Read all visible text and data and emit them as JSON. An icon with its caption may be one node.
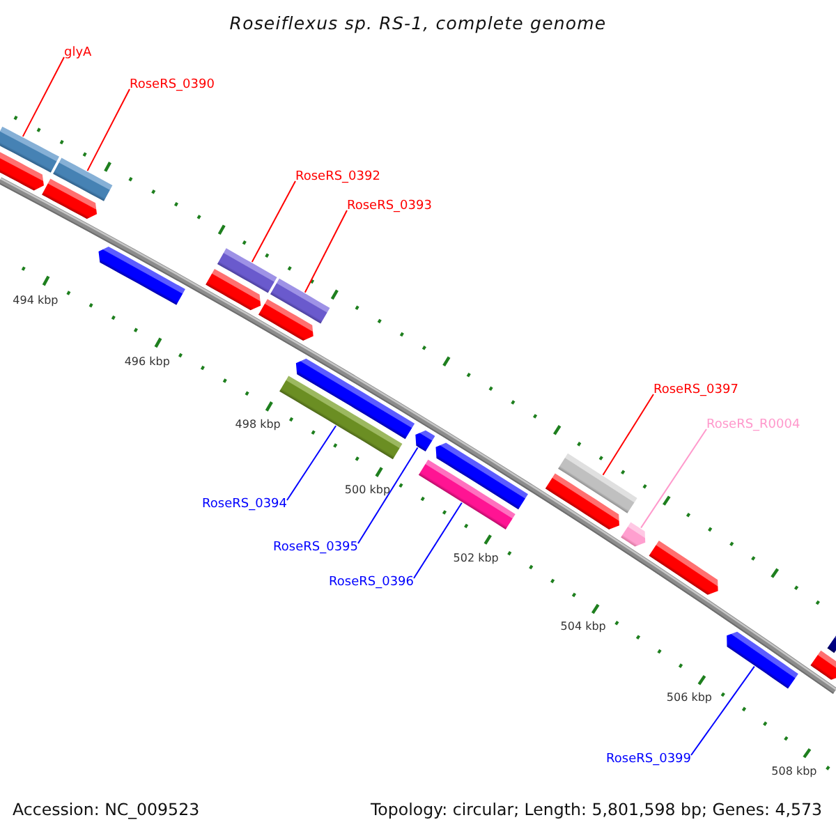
{
  "diagram": {
    "title": "Roseiflexus sp. RS-1, complete genome",
    "nodes": [
      {
        "text": [
          "glyA"
        ]
      },
      {
        "text": [],
        "shape": "bar"
      },
      {
        "text": [],
        "shape": "pentagon"
      },
      {
        "text": [
          "RoseRS_0390"
        ]
      },
      {
        "text": [],
        "shape": "bar"
      },
      {
        "text": [],
        "shape": "pentagon"
      },
      {
        "text": [],
        "shape": "pentagon"
      },
      {
        "text": [
          "RoseRS_0392"
        ]
      },
      {
        "text": [],
        "shape": "bar"
      },
      {
        "text": [],
        "shape": "pentagon"
      },
      {
        "text": [
          "RoseRS_0393"
        ]
      },
      {
        "text": [],
        "shape": "bar"
      },
      {
        "text": [],
        "shape": "pentagon"
      },
      {
        "text": [],
        "shape": "pentagon"
      },
      {
        "text": [],
        "shape": "bar"
      },
      {
        "text": [
          "RoseRS_0394"
        ]
      },
      {
        "text": [],
        "shape": "pentagon"
      },
      {
        "text": [
          "RoseRS_0395"
        ]
      },
      {
        "text": [],
        "shape": "pentagon"
      },
      {
        "text": [],
        "shape": "bar"
      },
      {
        "text": [
          "RoseRS_0396"
        ]
      },
      {
        "text": [
          "RoseRS_0397"
        ]
      },
      {
        "text": [],
        "shape": "bar"
      },
      {
        "text": [],
        "shape": "pentagon"
      },
      {
        "text": [
          "RoseRS_R0004"
        ]
      },
      {
        "text": [],
        "shape": "pentagon"
      },
      {
        "text": [],
        "shape": "pentagon"
      },
      {
        "text": [],
        "shape": "pentagon"
      },
      {
        "text": [
          "RoseRS_0399"
        ]
      },
      {
        "text": [],
        "shape": "pentagon"
      },
      {
        "text": [],
        "shape": "bar"
      }
    ],
    "edges": [
      {
        "from": 0,
        "to": 1,
        "arrow": "none"
      },
      {
        "from": 3,
        "to": 4,
        "arrow": "none"
      },
      {
        "from": 7,
        "to": 8,
        "arrow": "none"
      },
      {
        "from": 10,
        "to": 11,
        "arrow": "none"
      },
      {
        "from": 21,
        "to": 22,
        "arrow": "none"
      },
      {
        "from": 24,
        "to": 25,
        "arrow": "none",
        "color": "#ff99cc"
      },
      {
        "from": 15,
        "to": 14,
        "arrow": "none",
        "color": "#0000ff"
      },
      {
        "from": 17,
        "to": 16,
        "arrow": "none",
        "color": "#0000ff"
      },
      {
        "from": 20,
        "to": 19,
        "arrow": "none",
        "color": "#0000ff"
      },
      {
        "from": 28,
        "to": 27,
        "arrow": "none",
        "color": "#0000ff"
      }
    ],
    "labels": [
      "494 kbp",
      "496 kbp",
      "498 kbp",
      "500 kbp",
      "502 kbp",
      "504 kbp",
      "506 kbp",
      "508 kbp",
      "Accession: NC_009523",
      "Topology: circular; Length: 5,801,598 bp; Genes: 4,573"
    ]
  }
}
